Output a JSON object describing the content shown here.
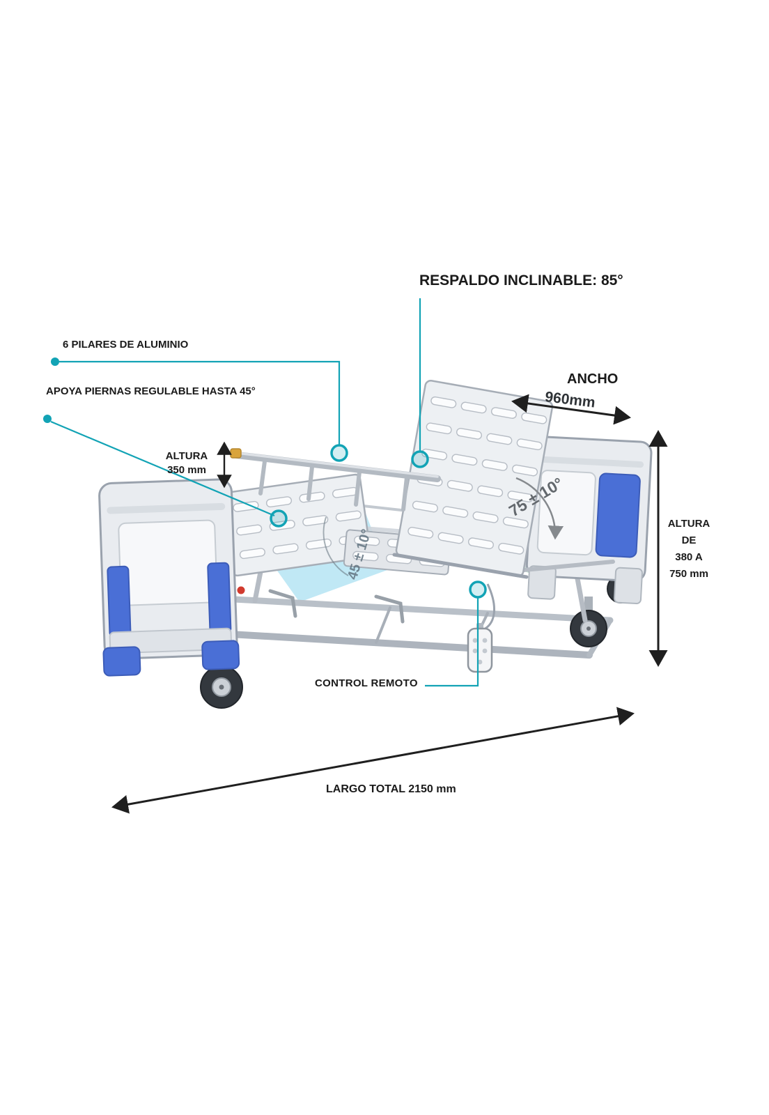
{
  "page": {
    "background": "#ffffff"
  },
  "colors": {
    "accent_teal": "#12a3b5",
    "dimension_black": "#1f1f1f",
    "board_blue": "#4a6fd6",
    "angle_gray": "#63686d",
    "highlight_green": "rgba(146,219,178,0.5)",
    "highlight_cyan": "rgba(104,199,232,0.42)"
  },
  "callouts": {
    "respaldo": {
      "label": "RESPALDO INCLINABLE: 85°"
    },
    "pilares": {
      "label": "6 PILARES DE ALUMINIO"
    },
    "apoya_piernas": {
      "label": "APOYA PIERNAS REGULABLE HASTA 45°"
    },
    "control_remoto": {
      "label": "CONTROL REMOTO"
    }
  },
  "dimensions": {
    "altura_rail": {
      "line1": "ALTURA",
      "line2": "350 mm"
    },
    "ancho": {
      "label": "ANCHO",
      "value": "960mm"
    },
    "altura_bed": {
      "line1": "ALTURA",
      "line2": "DE",
      "line3": "380 A",
      "line4": "750 mm"
    },
    "largo": {
      "label": "LARGO TOTAL 2150 mm"
    },
    "backrest_angle": {
      "label": "75 ± 10°"
    },
    "legrest_angle": {
      "label": "45 ± 10°"
    }
  }
}
